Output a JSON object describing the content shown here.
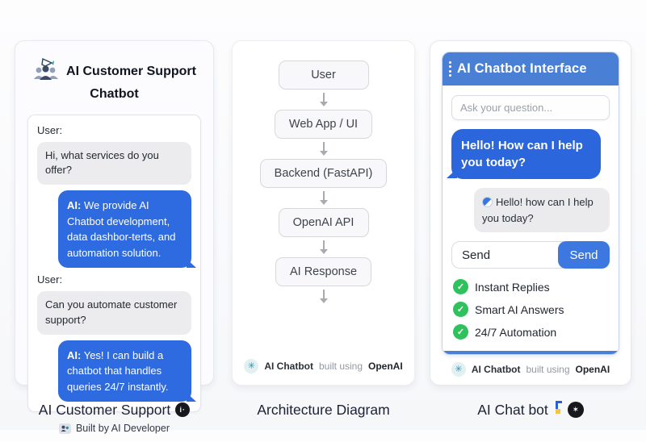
{
  "left_card": {
    "title_line1": "AI Customer Support",
    "title_line2": "Chatbot",
    "chat": {
      "label1": "User:",
      "user1": "Hi, what services do you offer?",
      "ai1_prefix": "AI:",
      "ai1_text": " We provide AI Chatbot development, data dashbor-terts, and automation solution.",
      "label2": "User:",
      "user2": "Can you automate customer support?",
      "ai2_prefix": "AI:",
      "ai2_text": " Yes! I can build a chatbot that handles queries 24/7 instantly."
    },
    "footer": "Built by AI Developer"
  },
  "architecture": {
    "nodes": [
      "User",
      "Web App / UI",
      "Backend (FastAPI)",
      "OpenAI API",
      "AI Response"
    ],
    "footer": {
      "part1": "AI Chatbot",
      "part2": "built using",
      "part3": "OpenAI"
    }
  },
  "chatbot_ui": {
    "header_title": "AI Chatbot Interface",
    "input_placeholder": "Ask your question...",
    "ai_bubble": "Hello! How can I help you today?",
    "echo_bubble": "Hello! how can I help you today?",
    "send_field_text": "Send",
    "send_button_label": "Send",
    "features": [
      "Instant Replies",
      "Smart AI Answers",
      "24/7 Automation"
    ],
    "footer": {
      "part1": "AI Chatbot",
      "part2": "built using",
      "part3": "OpenAI"
    }
  },
  "captions": {
    "left": "AI Customer Support",
    "middle": "Architecture Diagram",
    "right": "AI Chat bot"
  },
  "icons": {
    "openai_glyph": "✳",
    "check_glyph": "✓",
    "badge_left_glyph": "i·",
    "badge_right_glyph": "✶"
  },
  "colors": {
    "accent_blue": "#2e6ae0",
    "header_blue": "#4a7fd6",
    "check_green": "#2fc15c",
    "bubble_gray": "#ececee"
  }
}
